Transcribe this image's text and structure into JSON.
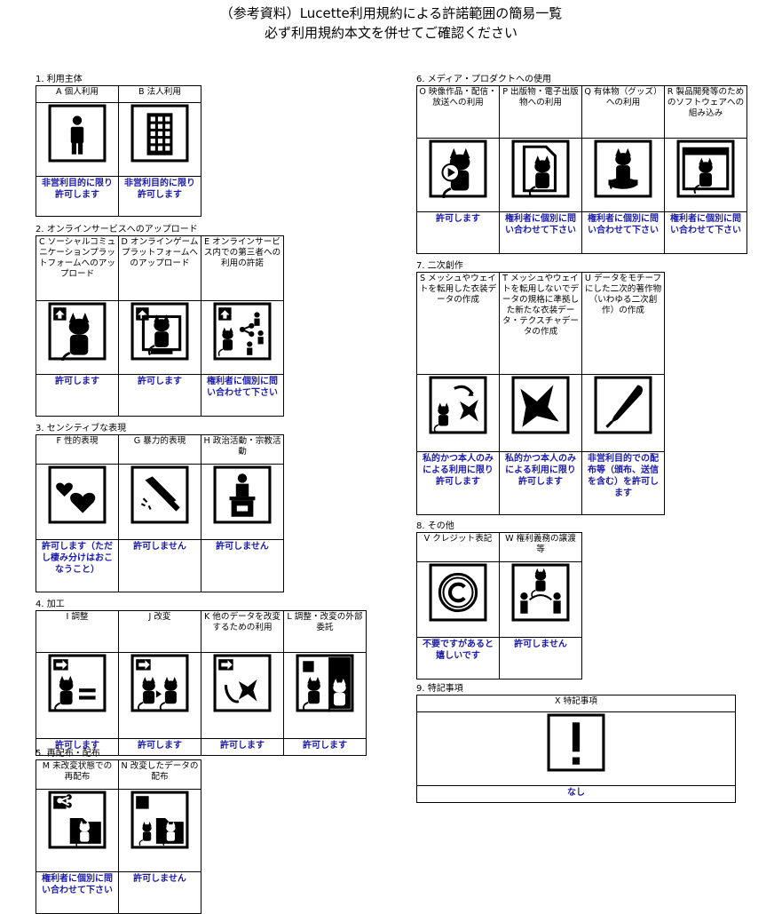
{
  "header": {
    "line1": "（参考資料）Lucette利用規約による許諾範囲の簡易一覧",
    "line2": "必ず利用規約本文を併せてご確認ください"
  },
  "sections": [
    {
      "key": "s1",
      "title": "1. 利用主体",
      "items": [
        {
          "label": "A 個人利用",
          "icon": "person-icon",
          "result": "非営利目的に限り許可します"
        },
        {
          "label": "B 法人利用",
          "icon": "building-icon",
          "result": "非営利目的に限り許可します"
        }
      ]
    },
    {
      "key": "s2",
      "title": "2. オンラインサービスへのアップロード",
      "items": [
        {
          "label": "C ソーシャルコミュニケーションプラットフォームへのアップロード",
          "icon": "upload-avatar-icon",
          "result": "許可します"
        },
        {
          "label": "D オンラインゲームプラットフォームへのアップロード",
          "icon": "upload-monitor-icon",
          "result": "許可します"
        },
        {
          "label": "E オンラインサービス内での第三者への利用の許諾",
          "icon": "upload-share-icon",
          "result": "権利者に個別に問い合わせて下さい"
        }
      ]
    },
    {
      "key": "s3",
      "title": "3. センシティブな表現",
      "items": [
        {
          "label": "F 性的表現",
          "icon": "hearts-icon",
          "result": "許可します（ただし棲み分けはおこなうこと）"
        },
        {
          "label": "G 暴力的表現",
          "icon": "knife-icon",
          "result": "許可しません"
        },
        {
          "label": "H 政治活動・宗教活動",
          "icon": "podium-icon",
          "result": "許可しません"
        }
      ]
    },
    {
      "key": "s4",
      "title": "4. 加工",
      "items": [
        {
          "label": "I 調整",
          "icon": "adjust-icon",
          "result": "許可します"
        },
        {
          "label": "J 改変",
          "icon": "modify-icon",
          "result": "許可します"
        },
        {
          "label": "K 他のデータを改変するための利用",
          "icon": "other-data-icon",
          "result": "許可します"
        },
        {
          "label": "L 調整・改変の外部委託",
          "icon": "outsource-icon",
          "result": "許可します"
        }
      ]
    },
    {
      "key": "s5",
      "title": "5. 再配布・配布",
      "items": [
        {
          "label": "M 未改変状態での再配布",
          "icon": "redistribute-icon",
          "result": "権利者に個別に問い合わせて下さい"
        },
        {
          "label": "N 改変したデータの配布",
          "icon": "distribute-modified-icon",
          "result": "許可しません"
        }
      ]
    },
    {
      "key": "s6",
      "title": "6. メディア・プロダクトへの使用",
      "items": [
        {
          "label": "O 映像作品・配信・放送への利用",
          "icon": "video-icon",
          "result": "許可します"
        },
        {
          "label": "P 出版物・電子出版物への利用",
          "icon": "publication-icon",
          "result": "権利者に個別に問い合わせて下さい"
        },
        {
          "label": "Q 有体物（グッズ）への利用",
          "icon": "figure-icon",
          "result": "権利者に個別に問い合わせて下さい"
        },
        {
          "label": "R 製品開発等のためのソフトウェアへの組み込み",
          "icon": "software-icon",
          "result": "権利者に個別に問い合わせて下さい"
        }
      ]
    },
    {
      "key": "s7",
      "title": "7. 二次創作",
      "items": [
        {
          "label": "S メッシュやウェイトを転用した衣装データの作成",
          "icon": "costume-transfer-icon",
          "result": "私的かつ本人のみによる利用に限り許可します"
        },
        {
          "label": "T メッシュやウェイトを転用しないでデータの規格に準拠した新たな衣装データ・テクスチャデータの作成",
          "icon": "new-costume-icon",
          "result": "私的かつ本人のみによる利用に限り許可します"
        },
        {
          "label": "U データをモチーフにした二次的著作物（いわゆる二次創作）の作成",
          "icon": "pen-icon",
          "result": "非営利目的での配布等（頒布、送信を含む）を許可します"
        }
      ]
    },
    {
      "key": "s8",
      "title": "8. その他",
      "items": [
        {
          "label": "V クレジット表記",
          "icon": "copyright-icon",
          "result": "不要ですがあると嬉しいです"
        },
        {
          "label": "W 権利義務の譲渡等",
          "icon": "transfer-icon",
          "result": "許可しません"
        }
      ]
    },
    {
      "key": "s9",
      "title": "9. 特記事項",
      "items": [
        {
          "label": "X 特記事項",
          "icon": "exclamation-icon",
          "result": "なし"
        }
      ]
    }
  ]
}
